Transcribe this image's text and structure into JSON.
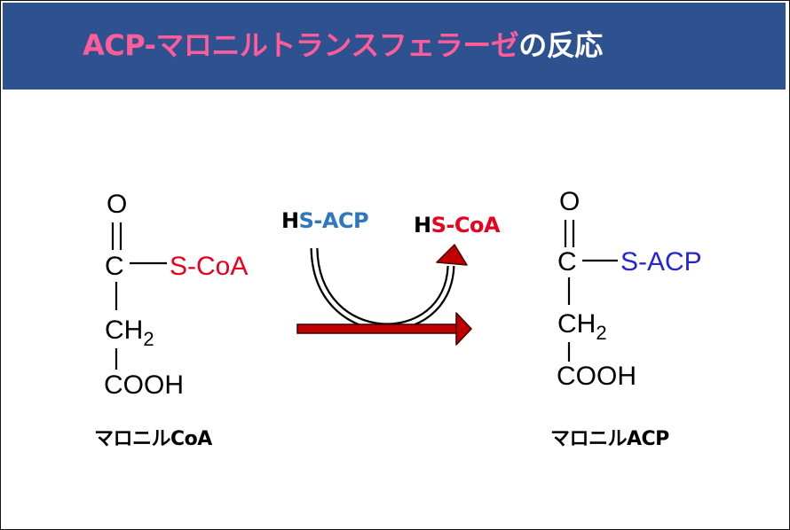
{
  "header": {
    "title_highlight": "ACP-マロニルトランスフェラーゼ",
    "title_rest": "の反応"
  },
  "left_molecule": {
    "oxygen": "O",
    "carbon": "C",
    "substituent": "S-CoA",
    "ch2_main": "CH",
    "ch2_sub": "2",
    "acid": "COOH",
    "name": "マロニルCoA"
  },
  "right_molecule": {
    "oxygen": "O",
    "carbon": "C",
    "substituent": "S-ACP",
    "ch2_main": "CH",
    "ch2_sub": "2",
    "acid": "COOH",
    "name": "マロニルACP"
  },
  "reagents": {
    "input_h": "H",
    "input_group": "S-ACP",
    "output_h": "H",
    "output_group": "S-CoA"
  },
  "colors": {
    "banner": "#2e5190",
    "title_highlight": "#ff5c9a",
    "coa_red": "#e8001e",
    "acp_blue": "#2e78c0",
    "arrow_fill": "#c00000"
  }
}
